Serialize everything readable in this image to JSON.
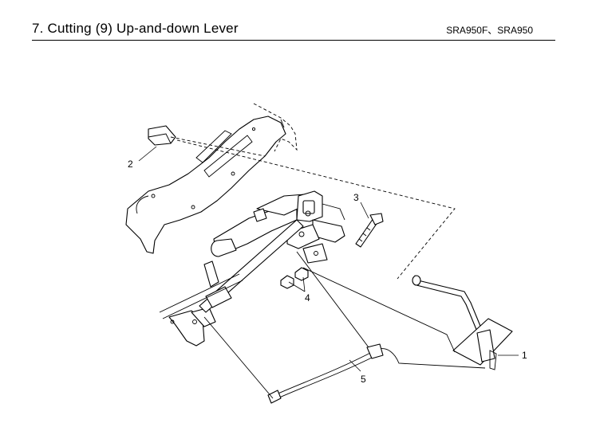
{
  "header": {
    "title": "7. Cutting (9) Up-and-down Lever",
    "models": "SRA950F、SRA950"
  },
  "callouts": [
    {
      "number": "1"
    },
    {
      "number": "2"
    },
    {
      "number": "3"
    },
    {
      "number": "4"
    },
    {
      "number": "5"
    }
  ]
}
